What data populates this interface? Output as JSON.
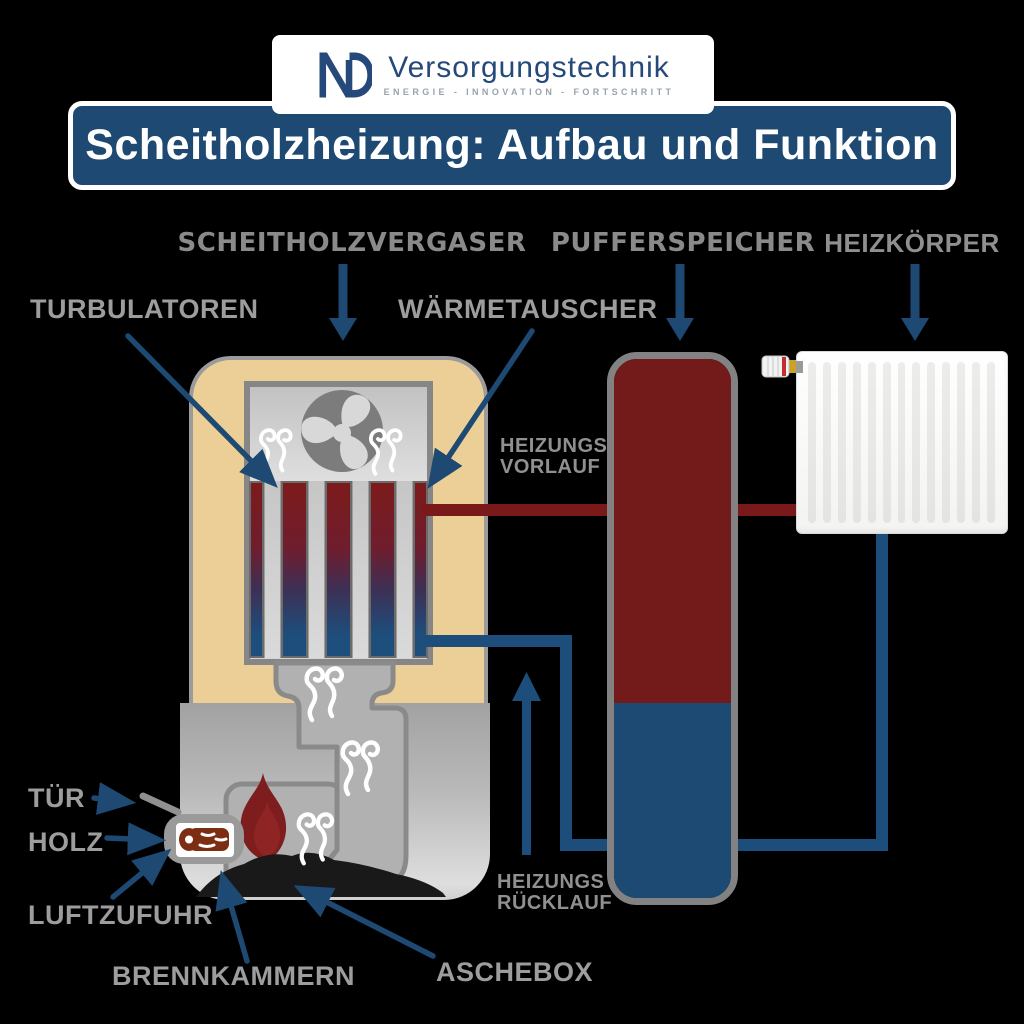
{
  "logo": {
    "monogram": "ND",
    "name": "Versorgungstechnik",
    "tagline": "ENERGIE - INNOVATION - FORTSCHRITT"
  },
  "title": {
    "text": "Scheitholzheizung: Aufbau und Funktion"
  },
  "sections": {
    "boiler": "SCHEITHOLZVERGASER",
    "buffer": "PUFFERSPEICHER",
    "radiator": "HEIZKÖRPER"
  },
  "callouts": {
    "turbulators": "TURBULATOREN",
    "heat_exchanger": "WÄRMETAUSCHER",
    "door": "TÜR",
    "wood": "HOLZ",
    "air_supply": "LUFTZUFUHR",
    "combustion_chambers": "BRENNKAMMERN",
    "ash_box": "ASCHEBOX",
    "supply_line": [
      "HEIZUNGS",
      "VORLAUF"
    ],
    "return_line": [
      "HEIZUNGS",
      "RÜCKLAUF"
    ]
  },
  "colors": {
    "banner_blue": "#1d4972",
    "arrow_blue": "#1d4972",
    "pipe_red": "#7a1919",
    "pipe_blue": "#1d4d7a",
    "tank_hot": "#731a1a",
    "tank_cold": "#1c4a73",
    "boiler_tan": "#ebcf97",
    "metal_gray": "#b1b1b1",
    "outline_gray": "#8a8a8a",
    "label_gray": "#9d9d9d",
    "flame_red": "#7e1d1d",
    "log_brown": "#7c2d12"
  },
  "exchanger": {
    "turbulator_bars": 5,
    "tube_columns": 4
  },
  "radiator": {
    "grooves": 13
  }
}
